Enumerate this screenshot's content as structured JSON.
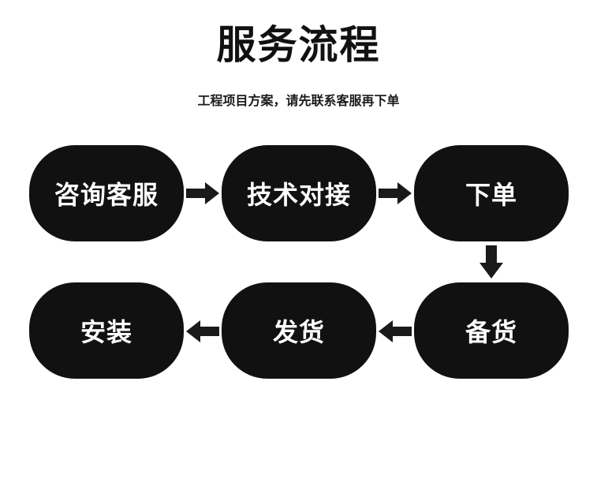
{
  "header": {
    "title": "服务流程",
    "subtitle": "工程项目方案，请先联系客服再下单"
  },
  "steps": [
    {
      "label": "咨询客服"
    },
    {
      "label": "技术对接"
    },
    {
      "label": "下单"
    },
    {
      "label": "备货"
    },
    {
      "label": "发货"
    },
    {
      "label": "安装"
    }
  ],
  "colors": {
    "box": "#111111",
    "text_on_box": "#ffffff",
    "arrow": "#1a1a1a"
  }
}
